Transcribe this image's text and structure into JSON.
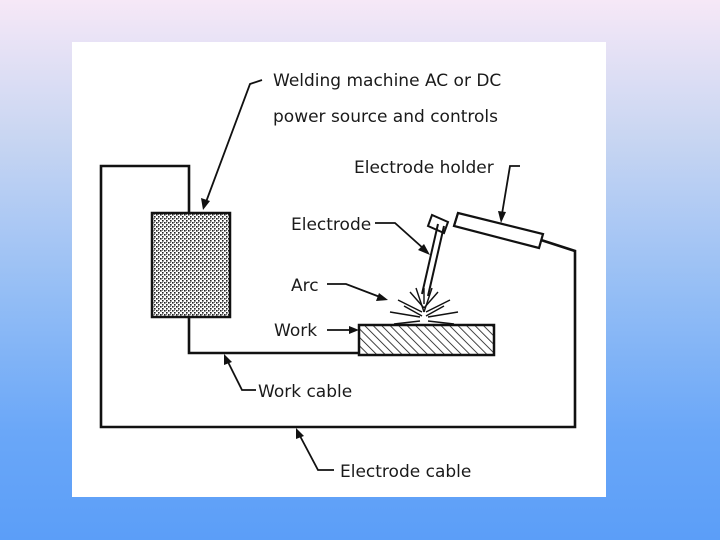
{
  "diagram": {
    "labels": {
      "machine_line1": "Welding machine AC or DC",
      "machine_line2": "power source and controls",
      "holder": "Electrode holder",
      "electrode": "Electrode",
      "arc": "Arc",
      "work": "Work",
      "work_cable": "Work cable",
      "electrode_cable": "Electrode cable"
    },
    "colors": {
      "background_top": "#f6e8f7",
      "background_bottom": "#5b9ef8",
      "panel": "#ffffff",
      "ink": "#111111"
    }
  }
}
